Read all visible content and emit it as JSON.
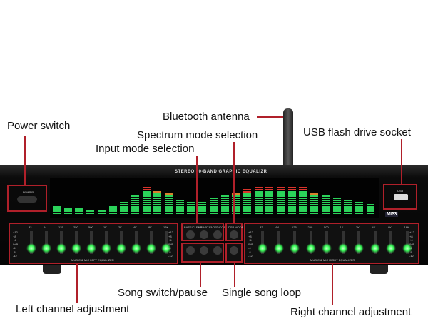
{
  "labels": {
    "power": "Power switch",
    "bluetooth": "Bluetooth antenna",
    "spectrum": "Spectrum mode selection",
    "input": "Input mode selection",
    "usb": "USB flash drive socket",
    "song": "Song switch/pause",
    "loop": "Single song loop",
    "left": "Left channel adjustment",
    "right": "Right channel adjustment"
  },
  "panel": {
    "title": "STEREO 20-BAND GRAPHIC EQUALIZR",
    "power": "POWER",
    "usb": "USB",
    "mp3": "MP3",
    "left_eq": "MUSIC & MIC LEFT EQUALIZER",
    "right_eq": "MUSIC & MIC RIGHT EQUALIZER",
    "buttons": [
      "BASS/CLEAR",
      "USB/BT/FM",
      "OPT/COA",
      "DSP MODE"
    ],
    "bands": [
      "32",
      "64",
      "125",
      "250",
      "500",
      "1K",
      "2K",
      "4K",
      "8K",
      "16K"
    ],
    "db": [
      "+12",
      "+8",
      "+4",
      "0dB",
      "-4",
      "-8",
      "-12"
    ]
  },
  "spectrum_levels": [
    4,
    3,
    3,
    2,
    2,
    4,
    6,
    9,
    13,
    11,
    10,
    7,
    6,
    6,
    8,
    9,
    10,
    12,
    13,
    13,
    13,
    13,
    13,
    10,
    9,
    8,
    7,
    6,
    5
  ]
}
